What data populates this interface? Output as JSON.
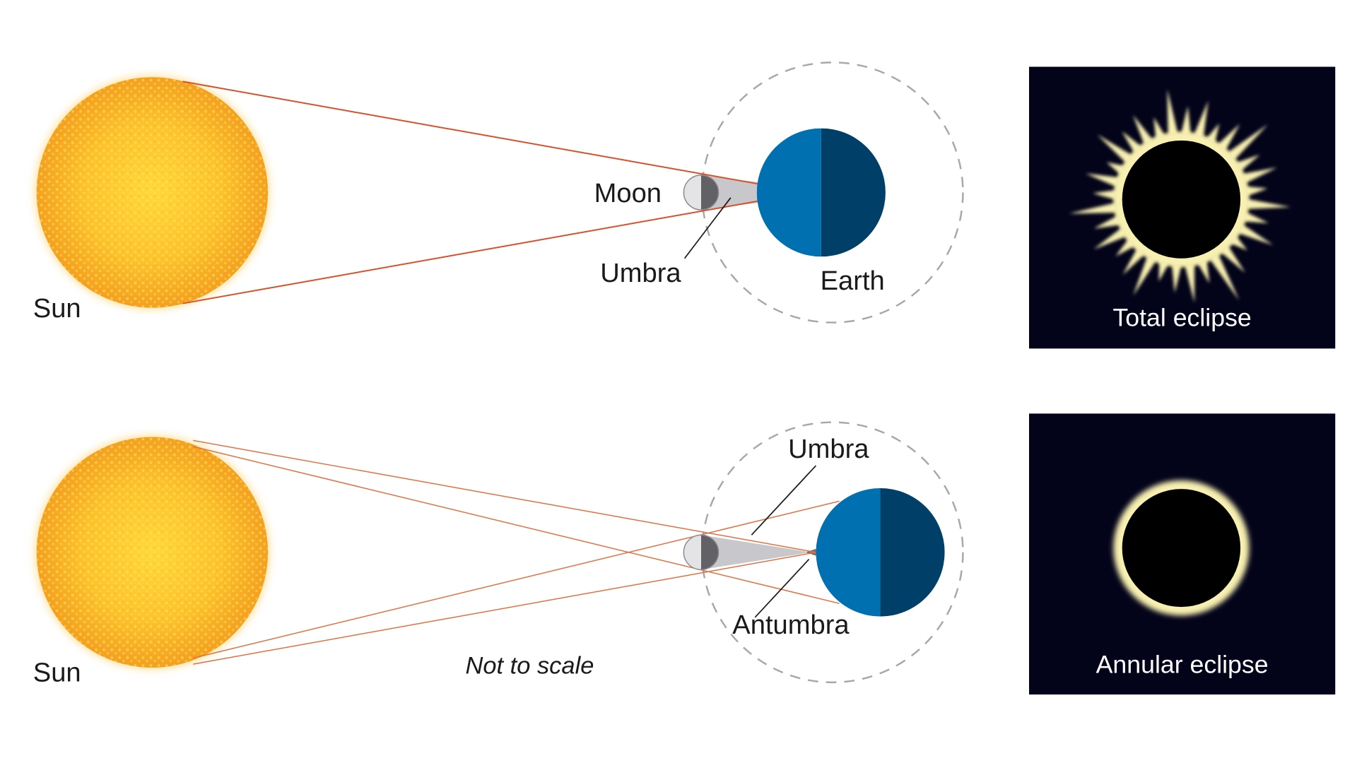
{
  "diagram": {
    "title": "Solar eclipse geometry: total vs annular",
    "note": "Not to scale",
    "colors": {
      "sun_outer": "#f5a623",
      "sun_inner": "#ffd23a",
      "ray": "#d8502a",
      "earth_day": "#0070b0",
      "earth_night": "#003f68",
      "moon_lit": "#e4e4e6",
      "moon_dark": "#616166",
      "umbra_cone": "#c8c8cc",
      "orbit": "#a8a8a8",
      "panel_bg": "#03031a",
      "corona": "#f8f0b0"
    },
    "panels": [
      {
        "id": "total",
        "labels": {
          "sun": "Sun",
          "moon": "Moon",
          "umbra": "Umbra",
          "earth": "Earth"
        },
        "inset_caption": "Total eclipse"
      },
      {
        "id": "annular",
        "labels": {
          "sun": "Sun",
          "umbra": "Umbra",
          "antumbra": "Antumbra",
          "note": "Not to scale"
        },
        "inset_caption": "Annular eclipse"
      }
    ]
  }
}
